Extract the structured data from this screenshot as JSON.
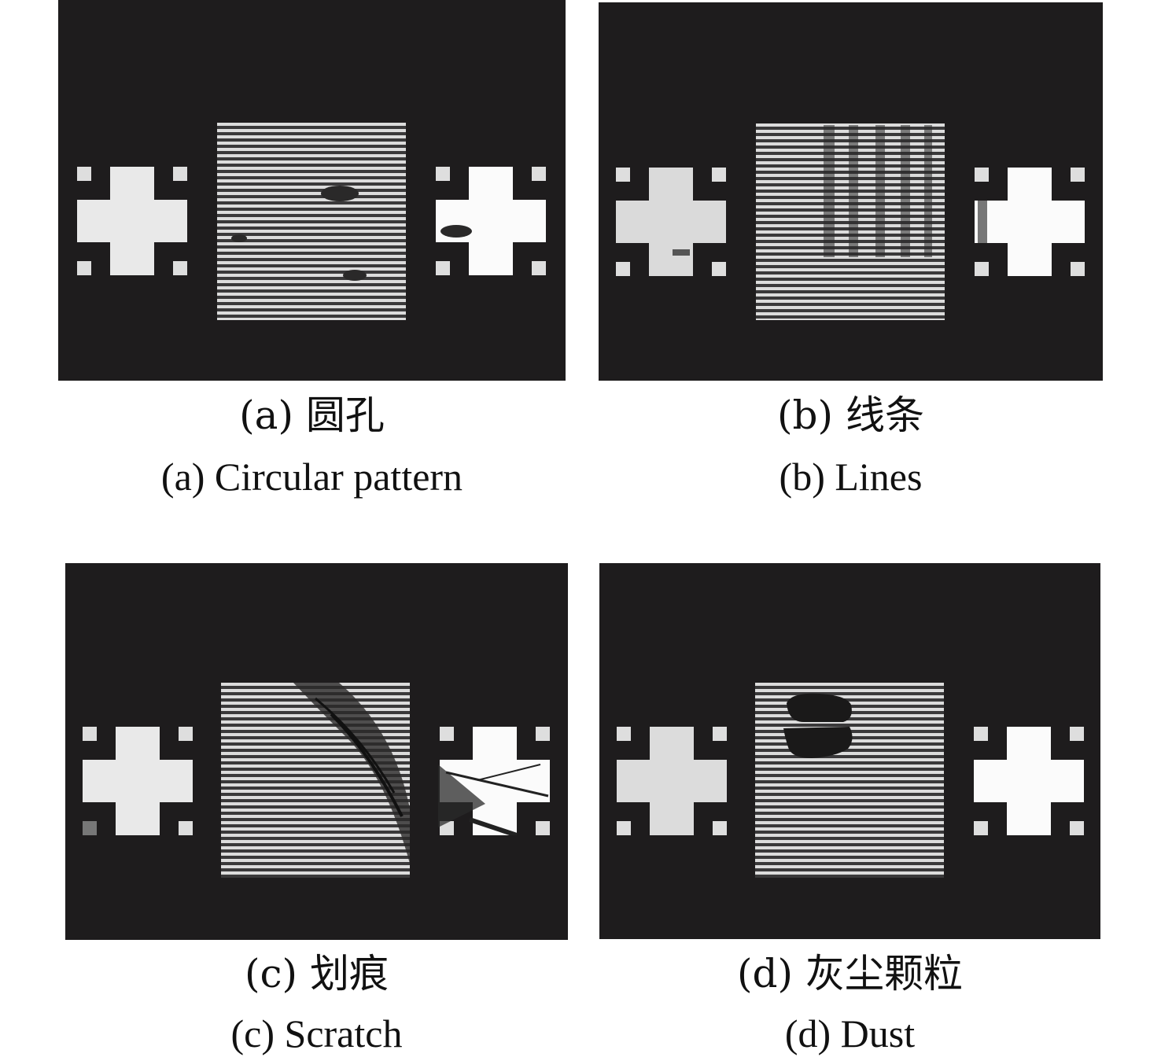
{
  "panels": [
    {
      "id": "a",
      "caption_cn": "(a) 圆孔",
      "caption_en": "(a) Circular pattern"
    },
    {
      "id": "b",
      "caption_cn": "(b) 线条",
      "caption_en": "(b) Lines"
    },
    {
      "id": "c",
      "caption_cn": "(c) 划痕",
      "caption_en": "(c) Scratch"
    },
    {
      "id": "d",
      "caption_cn": "(d) 灰尘颗粒",
      "caption_en": "(d) Dust"
    }
  ],
  "colors": {
    "background": "#1e1c1d",
    "grating_light": "#dcdcdc",
    "grating_dark": "#3a393a",
    "cross": "#e9e9e9",
    "defect": "#2a2929"
  }
}
